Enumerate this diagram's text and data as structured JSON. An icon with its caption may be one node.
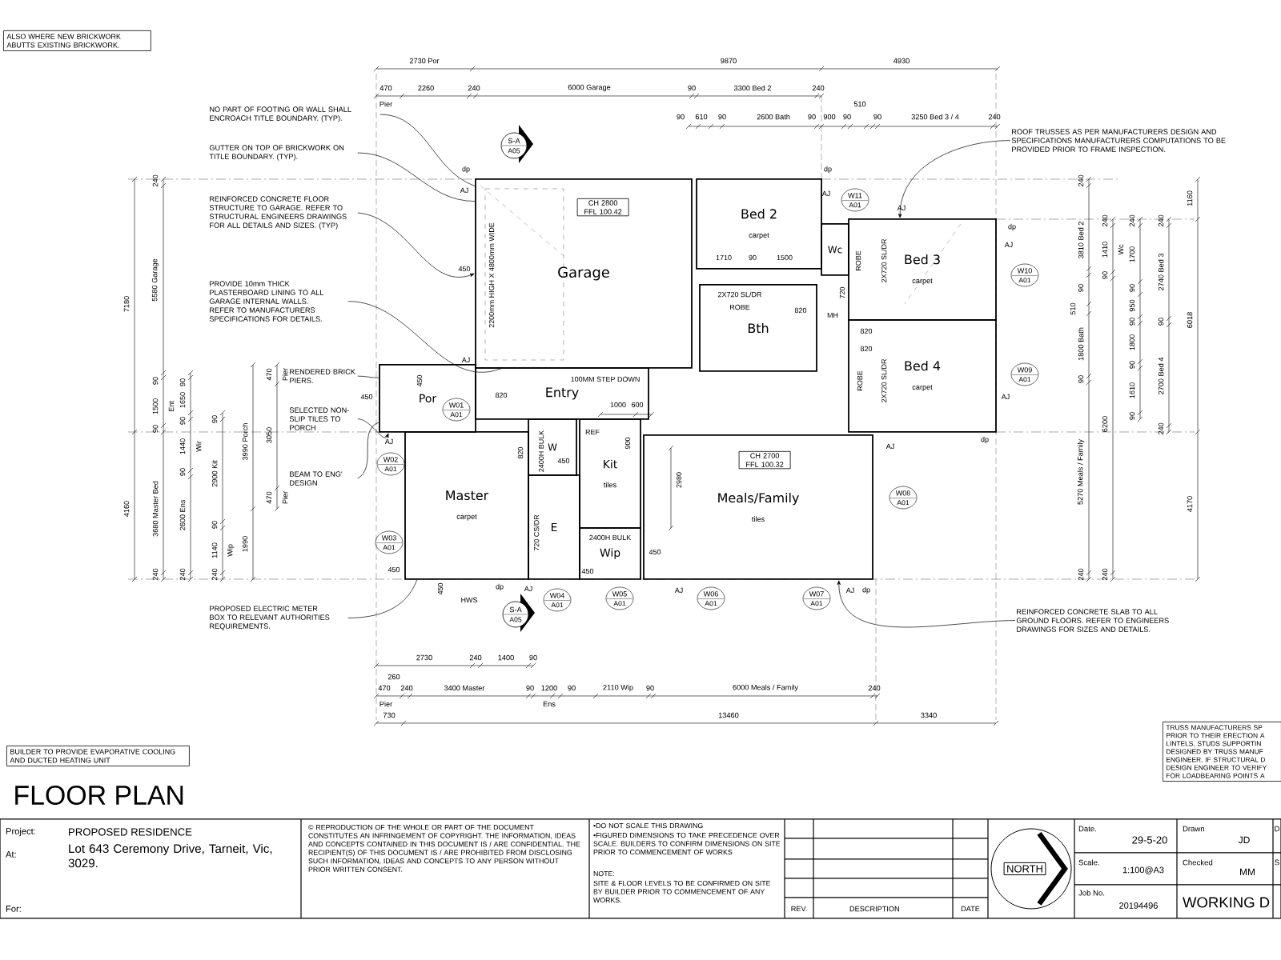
{
  "diagram": {
    "title": "FLOOR PLAN",
    "nodes": [
      {
        "text": [
          "NO PART OF FOOTING OR WALL SHALL ENCROACH TITLE BOUNDARY. (TYP)."
        ]
      },
      {
        "text": [
          "GUTTER ON TOP OF BRICKWORK ON TITLE BOUNDARY. (TYP)."
        ]
      },
      {
        "text": [
          "REINFORCED CONCRETE FLOOR STRUCTURE TO GARAGE. REFER TO STRUCTURAL ENGINEERS DRAWINGS FOR ALL DETAILS AND SIZES. (TYP)"
        ]
      },
      {
        "text": [
          "PROVIDE 10mm THICK PLASTERBOARD LINING TO ALL GARAGE INTERNAL WALLS. REFER TO MANUFACTURERS SPECIFICATIONS FOR DETAILS."
        ]
      },
      {
        "text": [
          "Garage"
        ]
      },
      {
        "text": [
          "CH 2800 FFL 100.42"
        ],
        "in": 4
      },
      {
        "text": [
          "Bed 2",
          "carpet"
        ]
      },
      {
        "text": [
          "Wc"
        ]
      },
      {
        "text": [
          "Bed 3",
          "carpet"
        ]
      },
      {
        "text": [
          "ROOF TRUSSES AS PER MANUFACTURERS DESIGN AND SPECIFICATIONS MANUFACTURERS COMPUTATIONS TO BE PROVIDED PRIOR TO FRAME INSPECTION."
        ]
      },
      {
        "text": [
          "Bth"
        ]
      },
      {
        "text": [
          "Bed 4",
          "carpet"
        ]
      },
      {
        "text": [
          "RENDERED BRICK PIERS."
        ]
      },
      {
        "text": [
          "Por"
        ]
      },
      {
        "text": [
          "Entry"
        ]
      },
      {
        "text": [
          "SELECTED NON-SLIP TILES TO PORCH"
        ]
      },
      {
        "text": [
          "W"
        ]
      },
      {
        "text": [
          "Kit",
          "tiles"
        ]
      },
      {
        "text": [
          "BEAM TO ENG' DESIGN"
        ]
      },
      {
        "text": [
          "Master",
          "carpet"
        ]
      },
      {
        "text": [
          "E"
        ]
      },
      {
        "text": [
          "Wip"
        ]
      },
      {
        "text": [
          "Meals/Family",
          "tiles"
        ]
      },
      {
        "text": [
          "CH 2700 FFL 100.32"
        ],
        "in": 22
      },
      {
        "text": [
          "PROPOSED ELECTRIC METER BOX TO RELEVANT AUTHORITIES REQUIREMENTS."
        ]
      },
      {
        "text": [
          "REINFORCED CONCRETE SLAB TO ALL GROUND FLOORS. REFER TO ENGINEERS DRAWINGS FOR SIZES AND DETAILS."
        ]
      }
    ],
    "edges": [
      {
        "from": 0,
        "to": 4,
        "arrow": "none"
      },
      {
        "from": 1,
        "to": 4,
        "arrow": "none"
      },
      {
        "from": 2,
        "to": 4,
        "arrow": "to"
      },
      {
        "from": 3,
        "to": 4,
        "arrow": "none"
      },
      {
        "from": 9,
        "to": 8,
        "arrow": "to"
      },
      {
        "from": 12,
        "to": 13,
        "arrow": "none"
      },
      {
        "from": 15,
        "to": 13,
        "arrow": "to"
      },
      {
        "from": 18,
        "to": 13,
        "arrow": "none"
      },
      {
        "from": 24,
        "to": 19,
        "arrow": "none"
      },
      {
        "from": 25,
        "to": 22,
        "arrow": "to"
      }
    ],
    "labels": [
      "ALSO WHERE NEW BRICKWORK ABUTTS EXISTING BRICKWORK.",
      "2730 Por",
      "9870",
      "4930",
      "470",
      "2260",
      "240",
      "6000 Garage",
      "90",
      "3300 Bed 2",
      "240",
      "Pier",
      "90",
      "610",
      "90",
      "2600 Bath",
      "90",
      "900",
      "90",
      "510",
      "90",
      "3250 Bed 3 / 4",
      "240",
      "7180",
      "240",
      "5580 Garage",
      "90",
      "1500",
      "90",
      "Ent",
      "4160",
      "3680 Master Bed",
      "240",
      "90",
      "1650",
      "90",
      "1440",
      "Wir",
      "90",
      "2600 Ens",
      "240",
      "90",
      "2900 Kit",
      "90",
      "1140",
      "Wip",
      "240",
      "3990 Porch",
      "1990",
      "470",
      "Pier",
      "3050",
      "470",
      "Pier",
      "2730",
      "240",
      "1400",
      "90",
      "260",
      "470",
      "240",
      "3400 Master",
      "90",
      "1200",
      "90",
      "2110 Wip",
      "90",
      "6000 Meals / Family",
      "240",
      "Pier",
      "Ens",
      "730",
      "13460",
      "3340",
      "240",
      "3810 Bed 2",
      "90",
      "510",
      "1800 Bath",
      "90",
      "5270 Meals / Family",
      "240",
      "6200",
      "240",
      "240",
      "1410",
      "Wc",
      "90",
      "240",
      "1700",
      "90",
      "950",
      "90",
      "1800",
      "90",
      "1610",
      "90",
      "240",
      "2740 Bed 3",
      "90",
      "2700 Bed 4",
      "240",
      "1160",
      "6018",
      "4170",
      "dp",
      "AJ",
      "S-A",
      "A05",
      "450",
      "2200mm HIGH X 4800mm WIDE",
      "450",
      "AJ",
      "dp",
      "AJ",
      "AJ",
      "dp",
      "AJ",
      "1710",
      "90",
      "1500",
      "2X720 SL/DR",
      "ROBE",
      "ROBE",
      "2X720 SL/DR",
      "820",
      "720",
      "MH",
      "820",
      "820",
      "100MM STEP DOWN",
      "1000",
      "600",
      "450",
      "820",
      "820",
      "2400H BULK",
      "450",
      "REF",
      "900",
      "720 CS/DR",
      "2400H BULK",
      "450",
      "450",
      "450",
      "HWS",
      "dp",
      "AJ",
      "S-A",
      "A05",
      "2980",
      "450",
      "AJ",
      "AJ",
      "dp",
      "AJ",
      "ROBE",
      "2X720 SL/DR",
      "AJ",
      "AJ",
      "dp",
      "W11",
      "A01",
      "W10",
      "A01",
      "W09",
      "A01",
      "W08",
      "A01",
      "W07",
      "A01",
      "W06",
      "A01",
      "W05",
      "A01",
      "W04",
      "A01",
      "W03",
      "A01",
      "W02",
      "A01",
      "W01",
      "A01",
      "Project:",
      "PROPOSED RESIDENCE",
      "At:",
      "Lot 643 Ceremony Drive, Tarneit, Vic, 3029.",
      "For:",
      "© REPRODUCTION OF THE WHOLE OR PART OF THE DOCUMENT CONSTITUTES AN INFRINGEMENT OF COPYRIGHT. THE INFORMATION, IDEAS AND CONCEPTS CONTAINED IN THIS DOCUMENT IS / ARE CONFIDENTIAL. THE RECIPIENT(S) OF THIS DOCUMENT IS / ARE PROHIBITED FROM DISCLOSING SUCH INFORMATION, IDEAS AND CONCEPTS TO ANY PERSON WITHOUT PRIOR WRITTEN CONSENT.",
      "•DO NOT SCALE THIS DRAWING",
      "•FIGURED DIMENSIONS TO TAKE PRECEDENCE OVER SCALE. BUILDERS TO CONFIRM DIMENSIONS ON SITE PRIOR TO COMMENCEMENT OF WORKS",
      "NOTE:",
      "SITE & FLOOR LEVELS TO BE CONFIRMED ON SITE BY BUILDER PRIOR TO COMMENCEMENT OF ANY WORKS.",
      "REV.",
      "DESCRIPTION",
      "DATE",
      "NORTH",
      "Date.",
      "29-5-20",
      "Drawn",
      "JD",
      "Scale.",
      "1:100@A3",
      "Checked",
      "MM",
      "Job No.",
      "20194496",
      "WORKING D",
      "D",
      "S",
      "BUILDER TO PROVIDE EVAPORATIVE COOLING AND DUCTED HEATING UNIT",
      "TRUSS MANUFACTURERS SP PRIOR TO THEIR ERECTION A LINTELS, STUDS SUPPORTIN DESIGNED BY TRUSS MANUF ENGINEER. IF STRUCTURAL D DESIGN ENGINEER TO VERIFY FOR LOADBEARING POINTS A"
    ]
  }
}
